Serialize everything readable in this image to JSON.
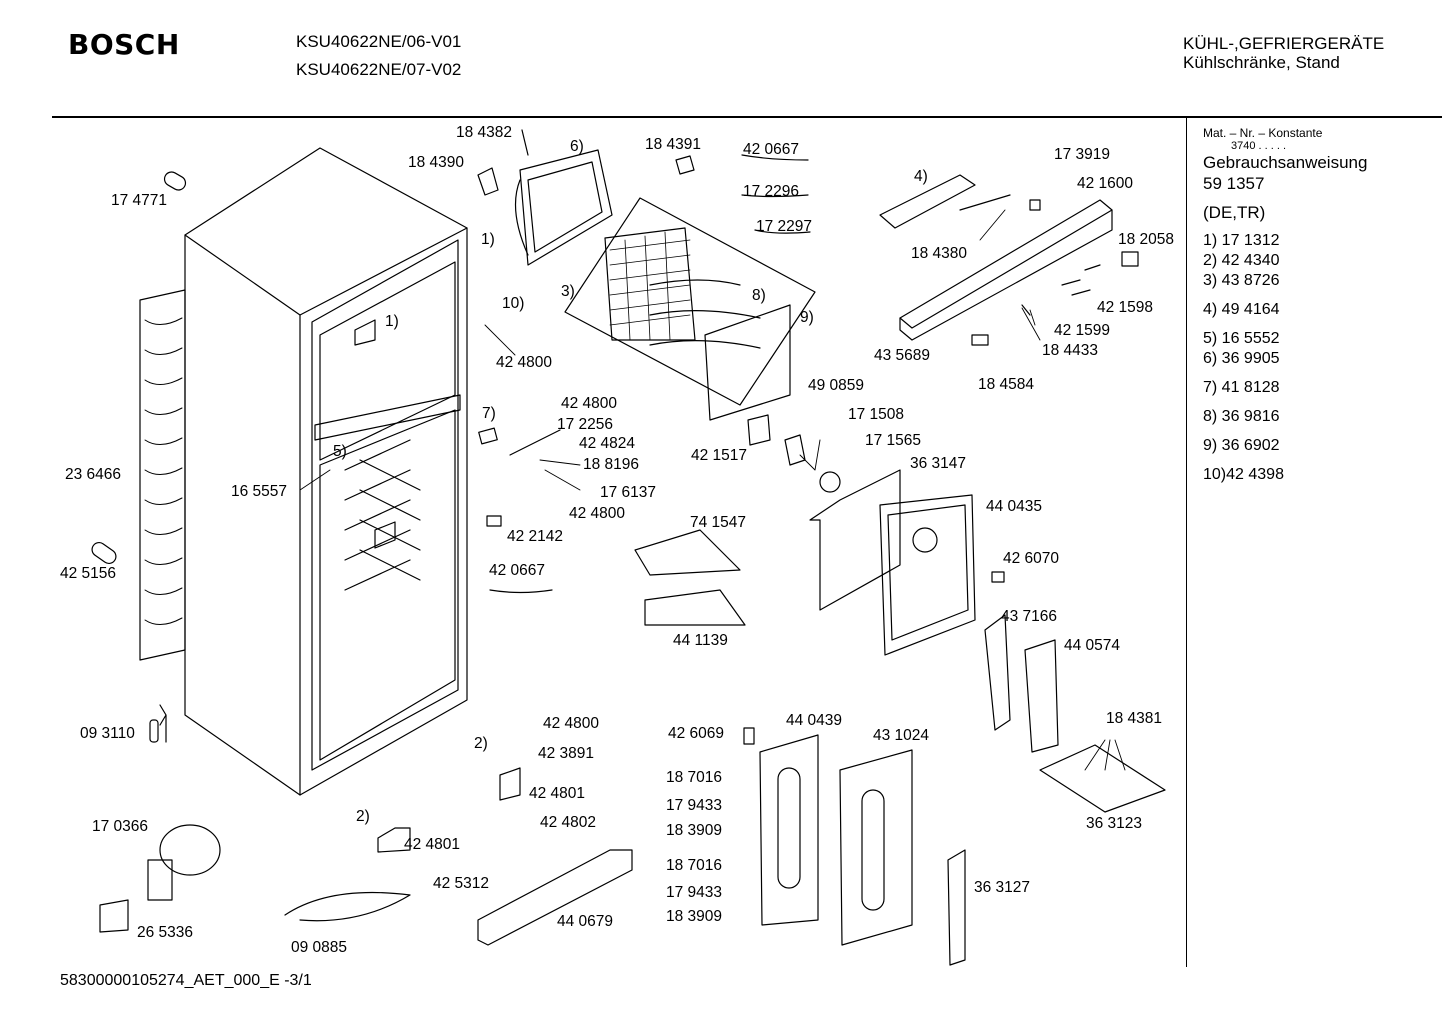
{
  "header": {
    "brand": "BOSCH",
    "model_lines": [
      "KSU40622NE/06-V01",
      "KSU40622NE/07-V02"
    ],
    "category_lines": [
      "KÜHL-,GEFRIERGERÄTE",
      "Kühlschränke, Stand"
    ]
  },
  "sidebar": {
    "mat_label": "Mat. – Nr. – Konstante",
    "mat_value": "3740 .  .  .  .  .",
    "manual_label": "Gebrauchsanweisung",
    "manual_number": "59 1357",
    "languages": "(DE,TR)",
    "parts": [
      "1) 17 1312",
      "2) 42 4340",
      "3) 43 8726",
      "4) 49 4164",
      "5) 16 5552",
      "6) 36 9905",
      "7) 41 8128",
      "8) 36 9816",
      "9) 36 6902",
      "10)42 4398"
    ]
  },
  "footer": {
    "doc_id": "58300000105274_AET_000_E  -3/1"
  },
  "callouts": [
    "17 4771",
    "23 6466",
    "42 5156",
    "09 3110",
    "16 5557",
    "18 4382",
    "18 4390",
    "6)",
    "18 4391",
    "42 0667",
    "17 2296",
    "17 2297",
    "1)",
    "10)",
    "42 4800",
    "1)",
    "3)",
    "8)",
    "9)",
    "5)",
    "42 4800",
    "17 2256",
    "7)",
    "42 4824",
    "18 8196",
    "17 6137",
    "42 4800",
    "42 2142",
    "42 0667",
    "74 1547",
    "44 1139",
    "42 1517",
    "49 0859",
    "17 1508",
    "17 1565",
    "36 3147",
    "44 0435",
    "42 6070",
    "4)",
    "17 3919",
    "42 1600",
    "18 4380",
    "18 2058",
    "42 1598",
    "42 1599",
    "18 4433",
    "43 5689",
    "18 4584",
    "43 7166",
    "44 0574",
    "18 4381",
    "36 3123",
    "2)",
    "42 4800",
    "42 3891",
    "42 4801",
    "42 4802",
    "2)",
    "42 4801",
    "17 0366",
    "26 5336",
    "09 0885",
    "42 5312",
    "44 0679",
    "42 6069",
    "44 0439",
    "43 1024",
    "18 7016",
    "17 9433",
    "18 3909",
    "18 7016",
    "17 9433",
    "18 3909",
    "36 3127"
  ]
}
